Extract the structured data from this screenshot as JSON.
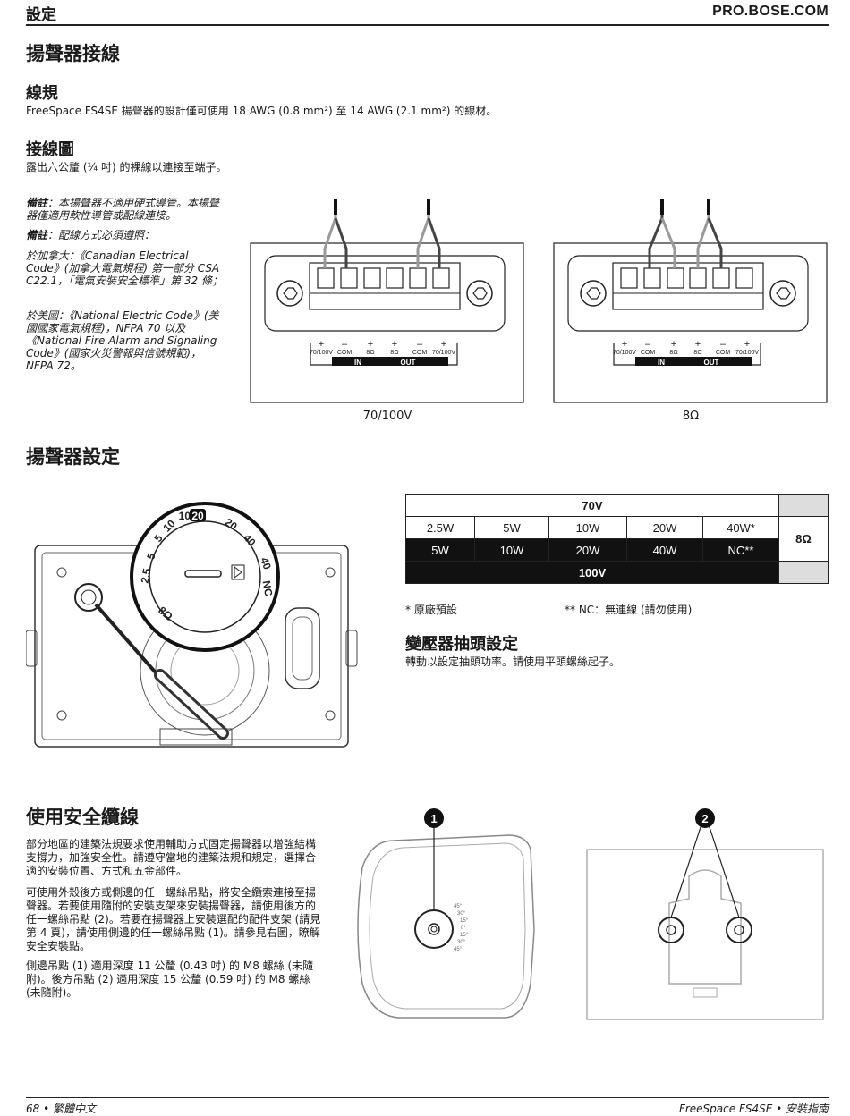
{
  "header": {
    "section": "設定",
    "site": "PRO.BOSE.COM"
  },
  "wiring": {
    "title": "揚聲器接線",
    "gauge_title": "線規",
    "gauge_text": "FreeSpace FS4SE 揚聲器的設計僅可使用 18 AWG (0.8 mm²) 至 14 AWG (2.1 mm²) 的線材。",
    "diagram_title": "接線圖",
    "diagram_text": "露出六公釐 (¼ 吋) 的裸線以連接至端子。",
    "note1_label": "備註",
    "note1_text": "：本揚聲器不適用硬式導管。本揚聲器僅適用軟性導管或配線連接。",
    "note2_label": "備註",
    "note2_text": "：配線方式必須遵照：",
    "canada_text": "於加拿大：《Canadian Electrical Code》(加拿大電氣規程) 第一部分 CSA C22.1，「電氣安裝安全標準」第 32 條；",
    "us_text": "於美國：《National Electric Code》(美國國家電氣規程)，NFPA 70 以及《National Fire Alarm and Signaling Code》(國家火災警報與信號規範)，NFPA 72。",
    "terminal_labels": [
      "70/100V",
      "COM",
      "8Ω",
      "8Ω",
      "COM",
      "70/100V"
    ],
    "terminal_group_in": "IN",
    "terminal_group_out": "OUT",
    "caption_left": "70/100V",
    "caption_right": "8Ω"
  },
  "settings": {
    "title": "揚聲器設定",
    "dial_labels": [
      "10",
      "20",
      "20",
      "40",
      "5",
      "10",
      "2.5",
      "5",
      "40",
      "NC",
      "8Ω"
    ],
    "table": {
      "header_top": "70V",
      "row1": [
        "2.5W",
        "5W",
        "10W",
        "20W",
        "40W*"
      ],
      "row2": [
        "5W",
        "10W",
        "20W",
        "40W",
        "NC**"
      ],
      "header_bottom": "100V",
      "side": "8Ω"
    },
    "footnote1": "* 原廠預設",
    "footnote2": "** NC：無連線 (請勿使用)",
    "tap_title": "變壓器抽頭設定",
    "tap_text": "轉動以設定抽頭功率。請使用平頭螺絲起子。"
  },
  "safety": {
    "title": "使用安全纜線",
    "p1": "部分地區的建築法規要求使用輔助方式固定揚聲器以增強結構支撐力，加強安全性。請遵守當地的建築法規和規定，選擇合適的安裝位置、方式和五金部件。",
    "p2": "可使用外殼後方或側邊的任一螺絲吊點，將安全纜索連接至揚聲器。若要使用隨附的安裝支架來安裝揚聲器，請使用後方的任一螺絲吊點 (2)。若要在揚聲器上安裝選配的配件支架 (請見第 4 頁)，請使用側邊的任一螺絲吊點 (1)。請參見右圖，瞭解安全安裝點。",
    "p3": "側邊吊點 (1) 適用深度 11 公釐 (0.43 吋) 的 M8 螺絲 (未隨附)。後方吊點 (2) 適用深度 15 公釐 (0.59 吋) 的 M8 螺絲 (未隨附)。",
    "callout1": "1",
    "callout2": "2",
    "angle_marks": [
      "45°",
      "30°",
      "15°",
      "0°",
      "15°",
      "30°",
      "45°"
    ]
  },
  "footer": {
    "left": "68 • 繁體中文",
    "right": "FreeSpace FS4SE • 安裝指南"
  }
}
